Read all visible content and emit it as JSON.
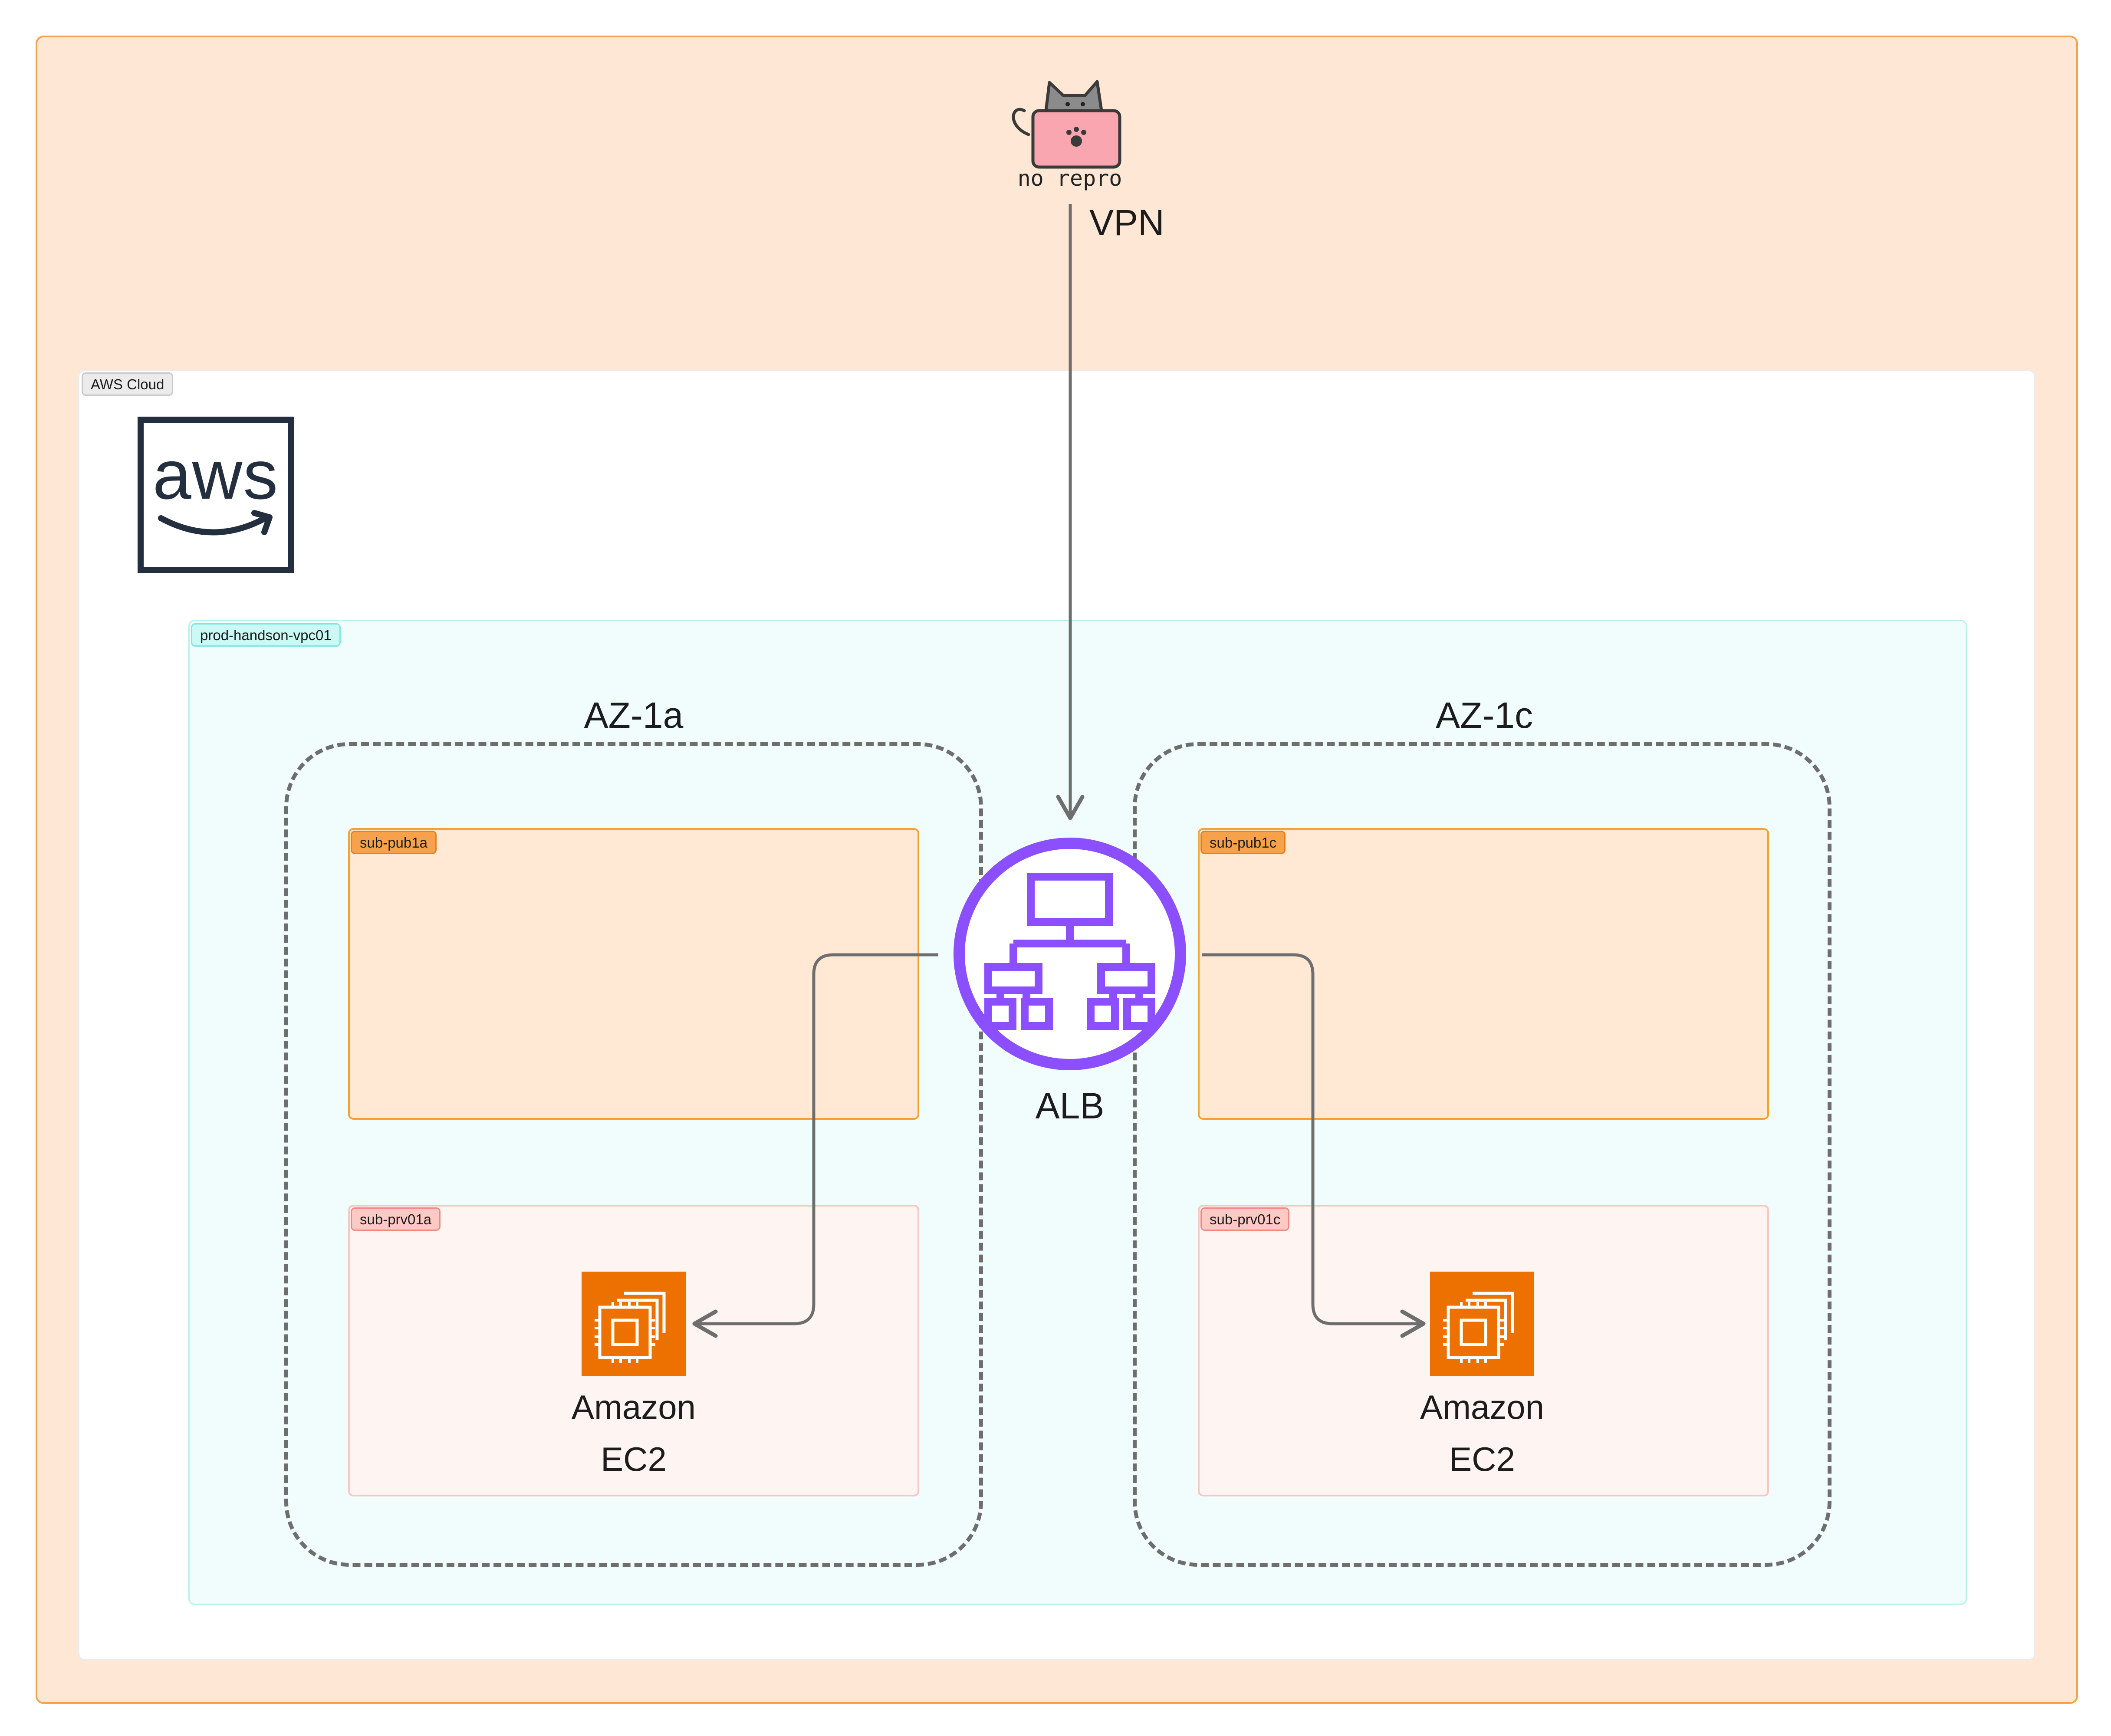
{
  "client": {
    "name": "no repro",
    "link_label": "VPN",
    "icon": "cat-laptop-icon"
  },
  "cloud": {
    "label": "AWS Cloud",
    "logo_text": "aws",
    "logo": "aws-logo"
  },
  "vpc": {
    "label": "prod-handson-vpc01"
  },
  "zones": [
    {
      "title": "AZ-1a",
      "public_subnet": "sub-pub1a",
      "private_subnet": "sub-prv01a",
      "instance": {
        "line1": "Amazon",
        "line2": "EC2",
        "icon": "ec2-icon"
      }
    },
    {
      "title": "AZ-1c",
      "public_subnet": "sub-pub1c",
      "private_subnet": "sub-prv01c",
      "instance": {
        "line1": "Amazon",
        "line2": "EC2",
        "icon": "ec2-icon"
      }
    }
  ],
  "load_balancer": {
    "label": "ALB",
    "icon": "alb-icon"
  },
  "colors": {
    "outer_fill": "#fee8d5",
    "outer_border": "#f5a350",
    "vpc_fill": "#f0fdfc",
    "public_fill": "#ffe9d5",
    "public_border": "#f5a234",
    "private_fill": "#fef4f2",
    "private_border": "#f8c7c3",
    "ec2": "#ed7100",
    "alb": "#8c4fff",
    "arrow": "#6e6e6e",
    "aws_ink": "#232f3e"
  }
}
